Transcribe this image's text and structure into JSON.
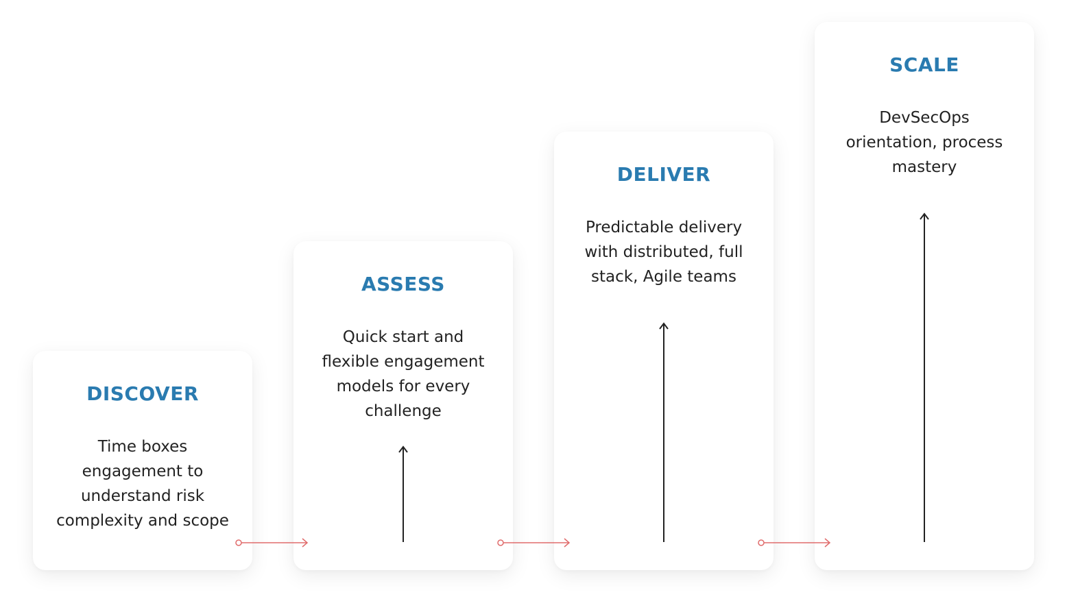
{
  "colors": {
    "title": "#2a7bb0",
    "text": "#222222",
    "connector": "#e06b6b",
    "arrow": "#222222"
  },
  "stages": [
    {
      "title": "DISCOVER",
      "lines": [
        "Time boxes",
        "engagement to",
        "understand risk",
        "complexity and scope"
      ]
    },
    {
      "title": "ASSESS",
      "lines": [
        "Quick start and",
        "flexible engagement",
        "models for every",
        "challenge"
      ]
    },
    {
      "title": "DELIVER",
      "lines": [
        "Predictable delivery",
        "with distributed, full",
        "stack, Agile teams"
      ]
    },
    {
      "title": "SCALE",
      "lines": [
        "DevSecOps",
        "orientation, process",
        "mastery"
      ]
    }
  ]
}
